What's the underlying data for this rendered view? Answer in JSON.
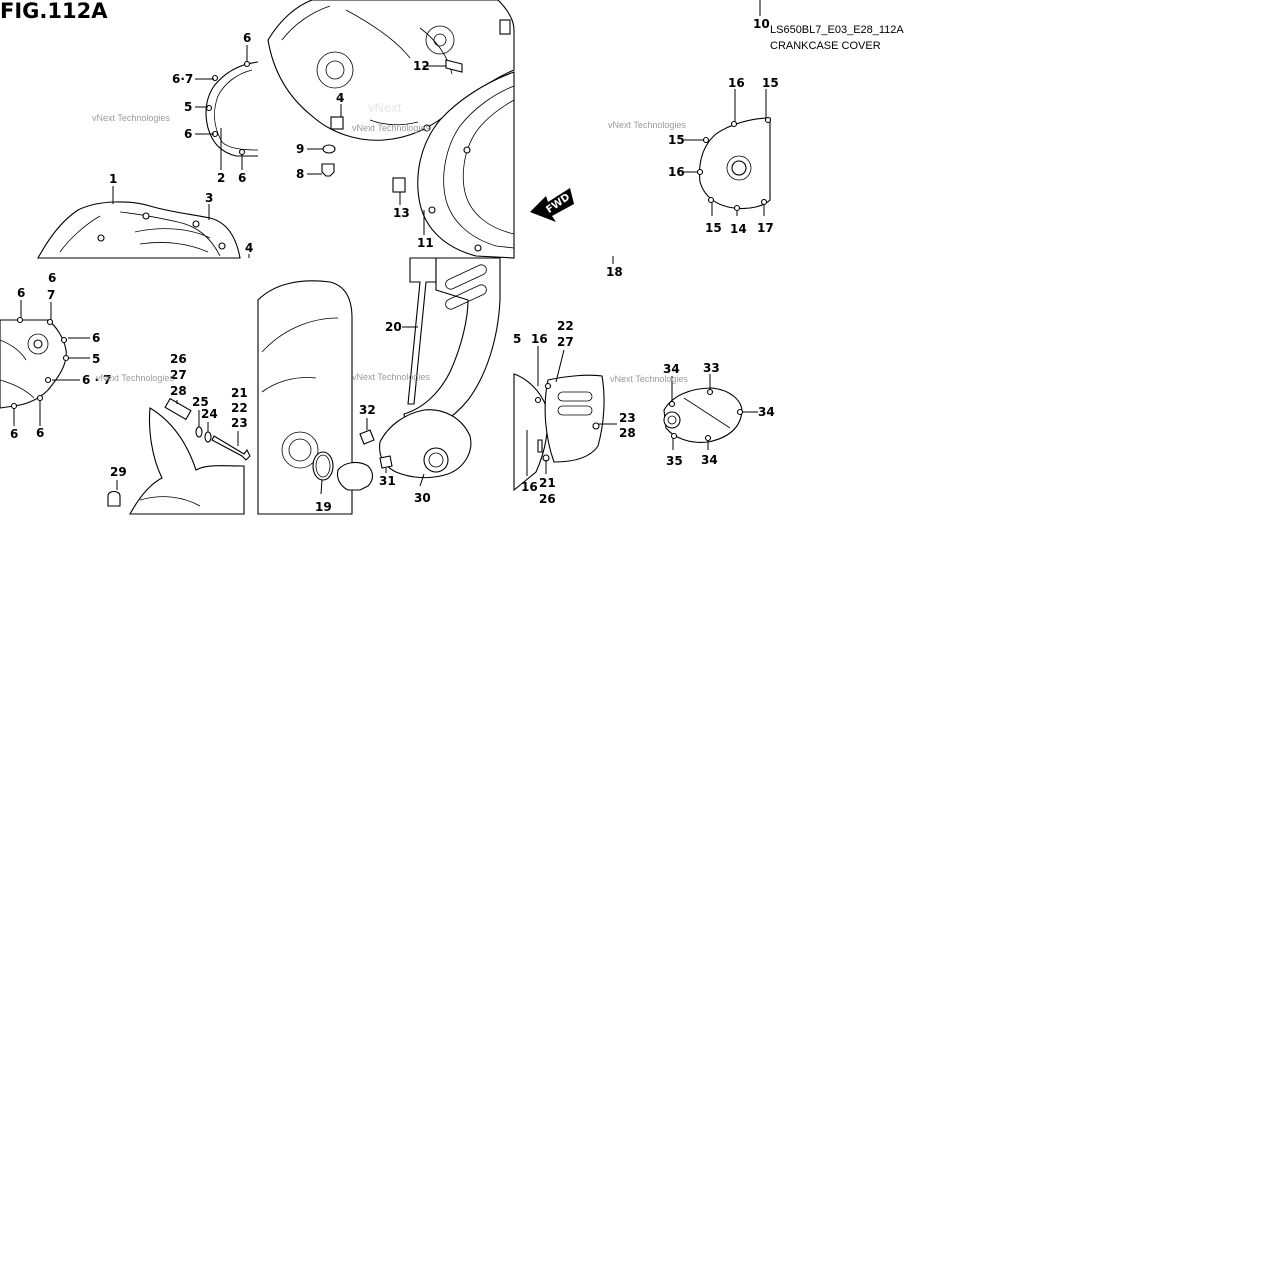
{
  "header": {
    "figure": "FIG.112A",
    "code": "LS650BL7_E03_E28_112A",
    "name": "CRANKCASE COVER"
  },
  "watermark": "vNext Technologies",
  "fwd_label": "FWD",
  "callouts": {
    "c6a": "6",
    "c67a": "6·7",
    "c5a": "5",
    "c6b": "6",
    "c2": "2",
    "c6c": "6",
    "c1": "1",
    "c3": "3",
    "c4a": "4",
    "c12": "12",
    "c4b": "4",
    "c9": "9",
    "c8": "8",
    "c13": "13",
    "c11": "11",
    "c10": "10",
    "c16a": "16",
    "c15a": "15",
    "c15b": "15",
    "c16b": "16",
    "c15c": "15",
    "c14": "14",
    "c17": "17",
    "c18": "18",
    "c6d": "6",
    "c7a": "7",
    "c6e": "6",
    "c6f": "6",
    "c5b": "5",
    "c67b": "6 · 7",
    "c6g": "6",
    "c6h": "6",
    "c26a": "26",
    "c27a": "27",
    "c28a": "28",
    "c25": "25",
    "c24": "24",
    "c21a": "21",
    "c22a": "22",
    "c23a": "23",
    "c29": "29",
    "c20": "20",
    "c32": "32",
    "c31": "31",
    "c30": "30",
    "c19": "19",
    "c5c": "5",
    "c16c": "16",
    "c22b": "22",
    "c27b": "27",
    "c23b": "23",
    "c28b": "28",
    "c16d": "16",
    "c21b": "21",
    "c26b": "26",
    "c34a": "34",
    "c33": "33",
    "c34b": "34",
    "c35": "35",
    "c34c": "34"
  }
}
